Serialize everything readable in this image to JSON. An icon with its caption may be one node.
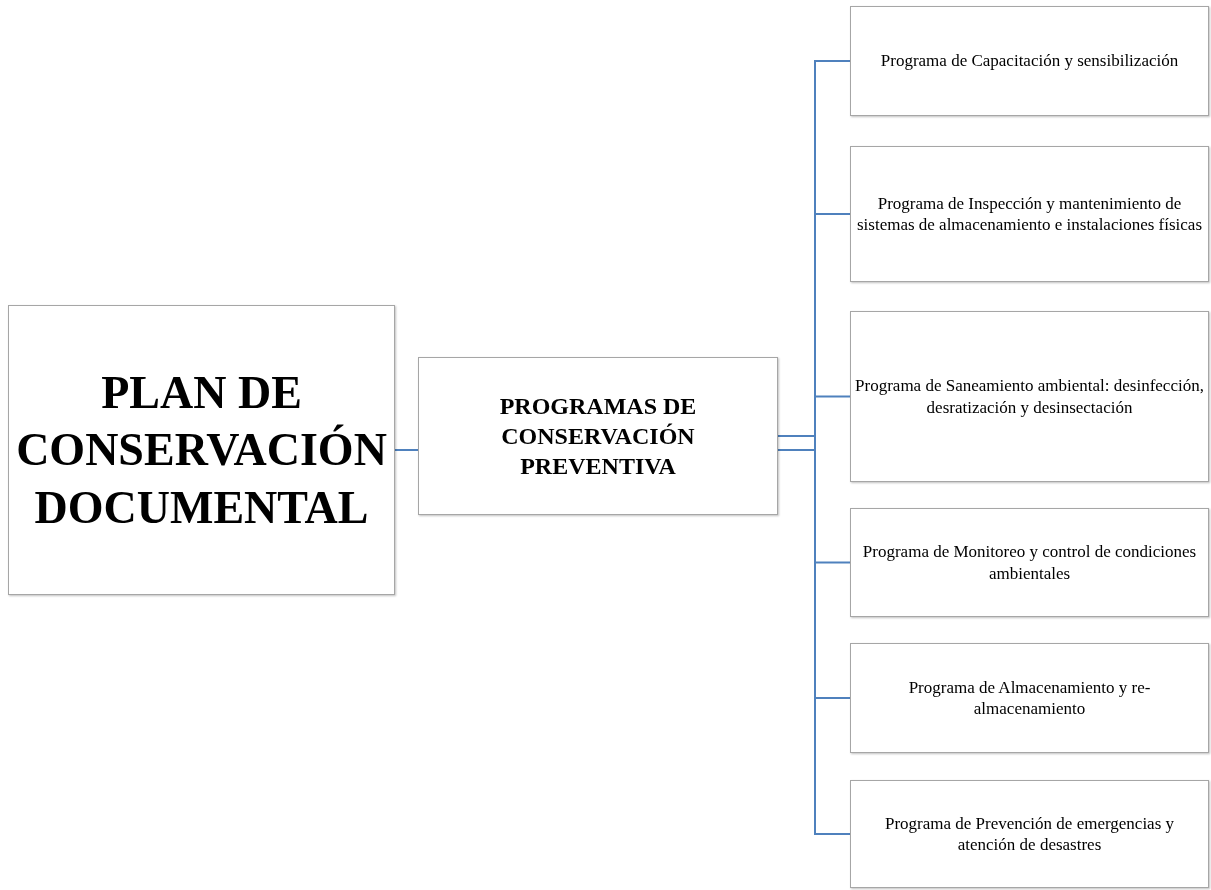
{
  "diagram": {
    "nodes": [
      {
        "text": [
          "PLAN DE CONSERVACIÓN DOCUMENTAL"
        ]
      },
      {
        "text": [
          "PROGRAMAS DE CONSERVACIÓN PREVENTIVA"
        ]
      },
      {
        "text": [
          "Programa de Capacitación y sensibilización"
        ]
      },
      {
        "text": [
          "Programa de Inspección y mantenimiento de sistemas de almacenamiento e instalaciones físicas"
        ]
      },
      {
        "text": [
          "Programa de Saneamiento ambiental: desinfección, desratización y desinsectación"
        ]
      },
      {
        "text": [
          "Programa de Monitoreo y control de condiciones ambientales"
        ]
      },
      {
        "text": [
          "Programa de Almacenamiento y re-almacenamiento"
        ]
      },
      {
        "text": [
          "Programa de Prevención de emergencias y atención de desastres"
        ]
      }
    ],
    "edges": [
      {
        "from": 0,
        "to": 1,
        "arrow": "none"
      },
      {
        "from": 1,
        "to": 2,
        "arrow": "none"
      },
      {
        "from": 1,
        "to": 3,
        "arrow": "none"
      },
      {
        "from": 1,
        "to": 4,
        "arrow": "none"
      },
      {
        "from": 1,
        "to": 5,
        "arrow": "none"
      },
      {
        "from": 1,
        "to": 6,
        "arrow": "none"
      },
      {
        "from": 1,
        "to": 7,
        "arrow": "none"
      }
    ]
  }
}
